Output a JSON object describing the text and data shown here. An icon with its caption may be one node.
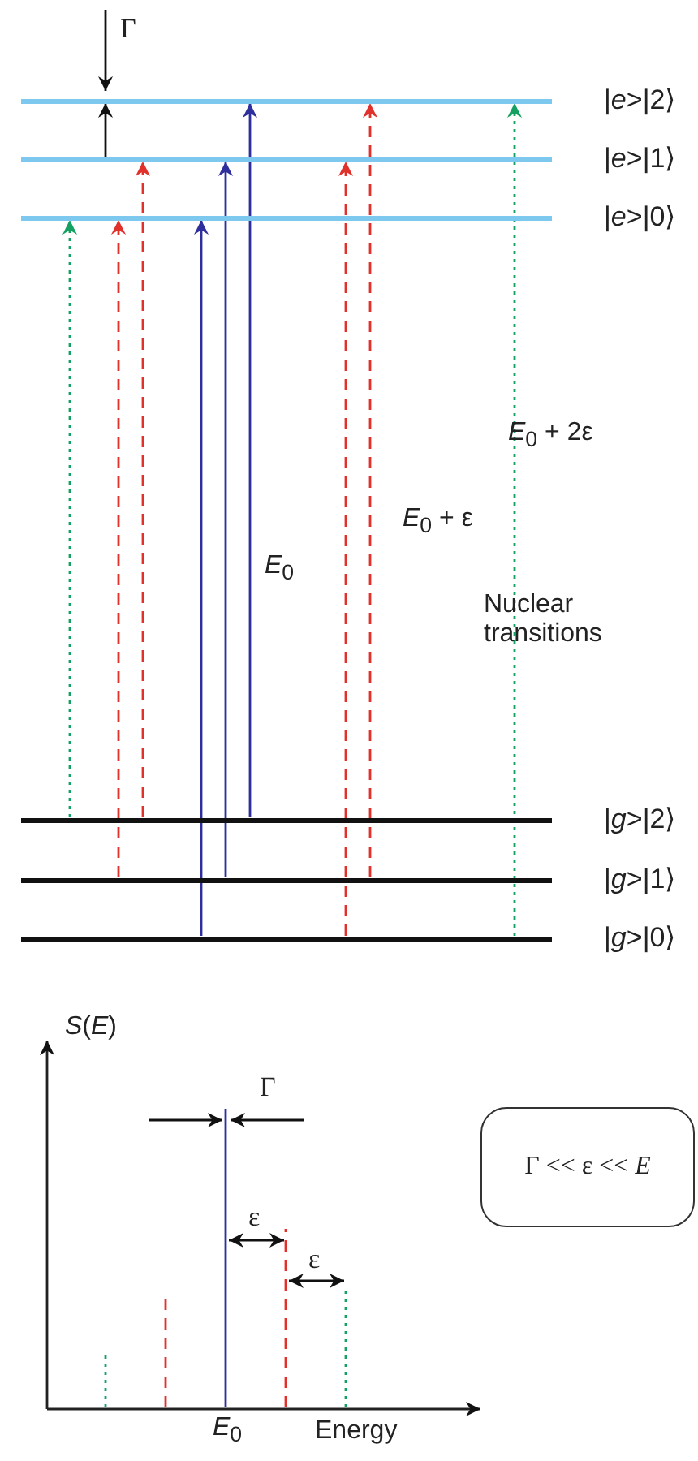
{
  "diagram": {
    "nodes": [
      {
        "text": [],
        "shape": "bar",
        "beside": [
          "|*e*>|2⟩"
        ]
      },
      {
        "text": [],
        "shape": "bar",
        "beside": [
          "|*e*>|1⟩"
        ]
      },
      {
        "text": [],
        "shape": "bar",
        "beside": [
          "|*e*>|0⟩"
        ]
      },
      {
        "text": [],
        "shape": "bar",
        "beside": [
          "|*g*>|2⟩"
        ]
      },
      {
        "text": [],
        "shape": "bar",
        "beside": [
          "|*g*>|1⟩"
        ]
      },
      {
        "text": [],
        "shape": "bar",
        "beside": [
          "|*g*>|0⟩"
        ]
      },
      {
        "text": [
          "Γ << ε << *E*"
        ]
      }
    ],
    "edges": [
      {
        "from": 3,
        "to": 2,
        "arrow": "to",
        "style": "dashed",
        "color": "#13a060"
      },
      {
        "from": 4,
        "to": 2,
        "arrow": "to",
        "style": "dashed",
        "color": "#e0312b"
      },
      {
        "from": 3,
        "to": 1,
        "arrow": "to",
        "style": "dashed",
        "color": "#e0312b"
      },
      {
        "from": 5,
        "to": 2,
        "arrow": "to",
        "color": "#2e2e9c"
      },
      {
        "from": 4,
        "to": 1,
        "arrow": "to",
        "color": "#2e2e9c"
      },
      {
        "from": 3,
        "to": 0,
        "arrow": "to",
        "color": "#2e2e9c"
      },
      {
        "from": 5,
        "to": 1,
        "arrow": "to",
        "style": "dashed",
        "color": "#e0312b"
      },
      {
        "from": 4,
        "to": 0,
        "arrow": "to",
        "style": "dashed",
        "color": "#e0312b"
      },
      {
        "from": 5,
        "to": 0,
        "arrow": "to",
        "style": "dashed",
        "color": "#13a060"
      },
      {
        "from": 1,
        "to": 0,
        "arrow": "to",
        "color": "#111111"
      }
    ],
    "labels": [
      "Γ",
      "*E*$_{0}$ + 2ε",
      "*E*$_{0}$ + ε",
      "*E*$_{0}$",
      "Nuclear transitions",
      "*S*(*E*)",
      "Γ",
      "ε",
      "ε",
      "*E*$_{0}$",
      "Energy"
    ]
  }
}
